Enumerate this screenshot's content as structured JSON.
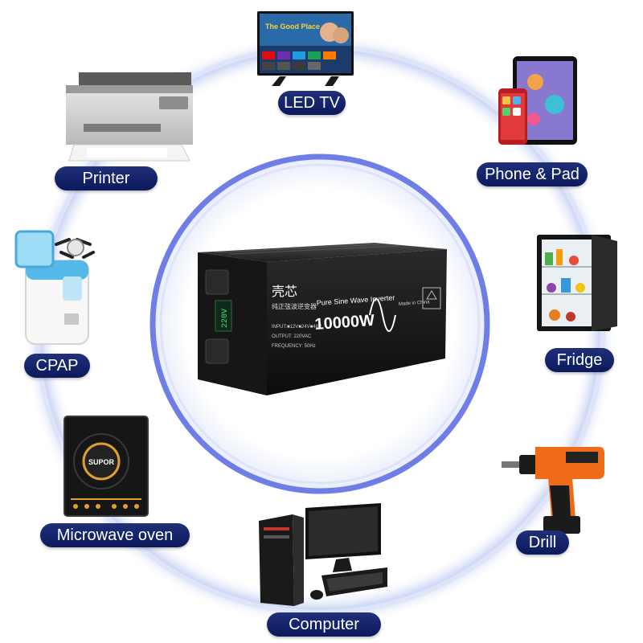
{
  "labels": {
    "led_tv": "LED TV",
    "printer": "Printer",
    "phone_pad": "Phone & Pad",
    "cpap": "CPAP",
    "fridge": "Fridge",
    "microwave": "Microwave oven",
    "drill": "Drill",
    "computer": "Computer"
  },
  "inverter": {
    "brand_cn": "壳芯",
    "subtitle_cn": "纯正弦波逆变器",
    "product_line": "Pure Sine Wave Inverter",
    "power": "10000W",
    "input": "INPUT:■12V■24V■48V",
    "output": "OUTPUT: 220VAC",
    "frequency": "FREQUENCY: 50Hz",
    "made_in": "Made in China",
    "display_value": "220V"
  },
  "tv_screen": {
    "show_title": "The Good Place"
  },
  "cooktop": {
    "brand": "SUPOR"
  },
  "colors": {
    "pill": "#0b1a5c",
    "ring": "#6f7ee6",
    "halo": "#cfd8f5"
  }
}
